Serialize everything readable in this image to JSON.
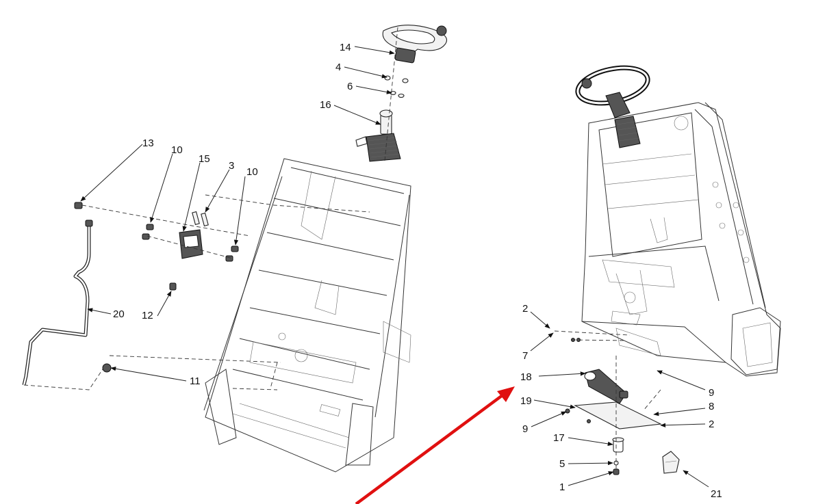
{
  "colors": {
    "ink": "#222222",
    "callout_arrow": "#e01010"
  },
  "left_callouts": [
    {
      "id": "14",
      "text": "14"
    },
    {
      "id": "4",
      "text": "4"
    },
    {
      "id": "6",
      "text": "6"
    },
    {
      "id": "16",
      "text": "16"
    },
    {
      "id": "13",
      "text": "13"
    },
    {
      "id": "10a",
      "text": "10"
    },
    {
      "id": "15",
      "text": "15"
    },
    {
      "id": "3",
      "text": "3"
    },
    {
      "id": "10b",
      "text": "10"
    },
    {
      "id": "20",
      "text": "20"
    },
    {
      "id": "12",
      "text": "12"
    },
    {
      "id": "11",
      "text": "11"
    }
  ],
  "right_callouts": [
    {
      "id": "2a",
      "text": "2"
    },
    {
      "id": "7",
      "text": "7"
    },
    {
      "id": "18",
      "text": "18"
    },
    {
      "id": "9a",
      "text": "9"
    },
    {
      "id": "19",
      "text": "19"
    },
    {
      "id": "8",
      "text": "8"
    },
    {
      "id": "9b",
      "text": "9"
    },
    {
      "id": "2b",
      "text": "2"
    },
    {
      "id": "17",
      "text": "17"
    },
    {
      "id": "5",
      "text": "5"
    },
    {
      "id": "1",
      "text": "1"
    },
    {
      "id": "21",
      "text": "21"
    }
  ]
}
